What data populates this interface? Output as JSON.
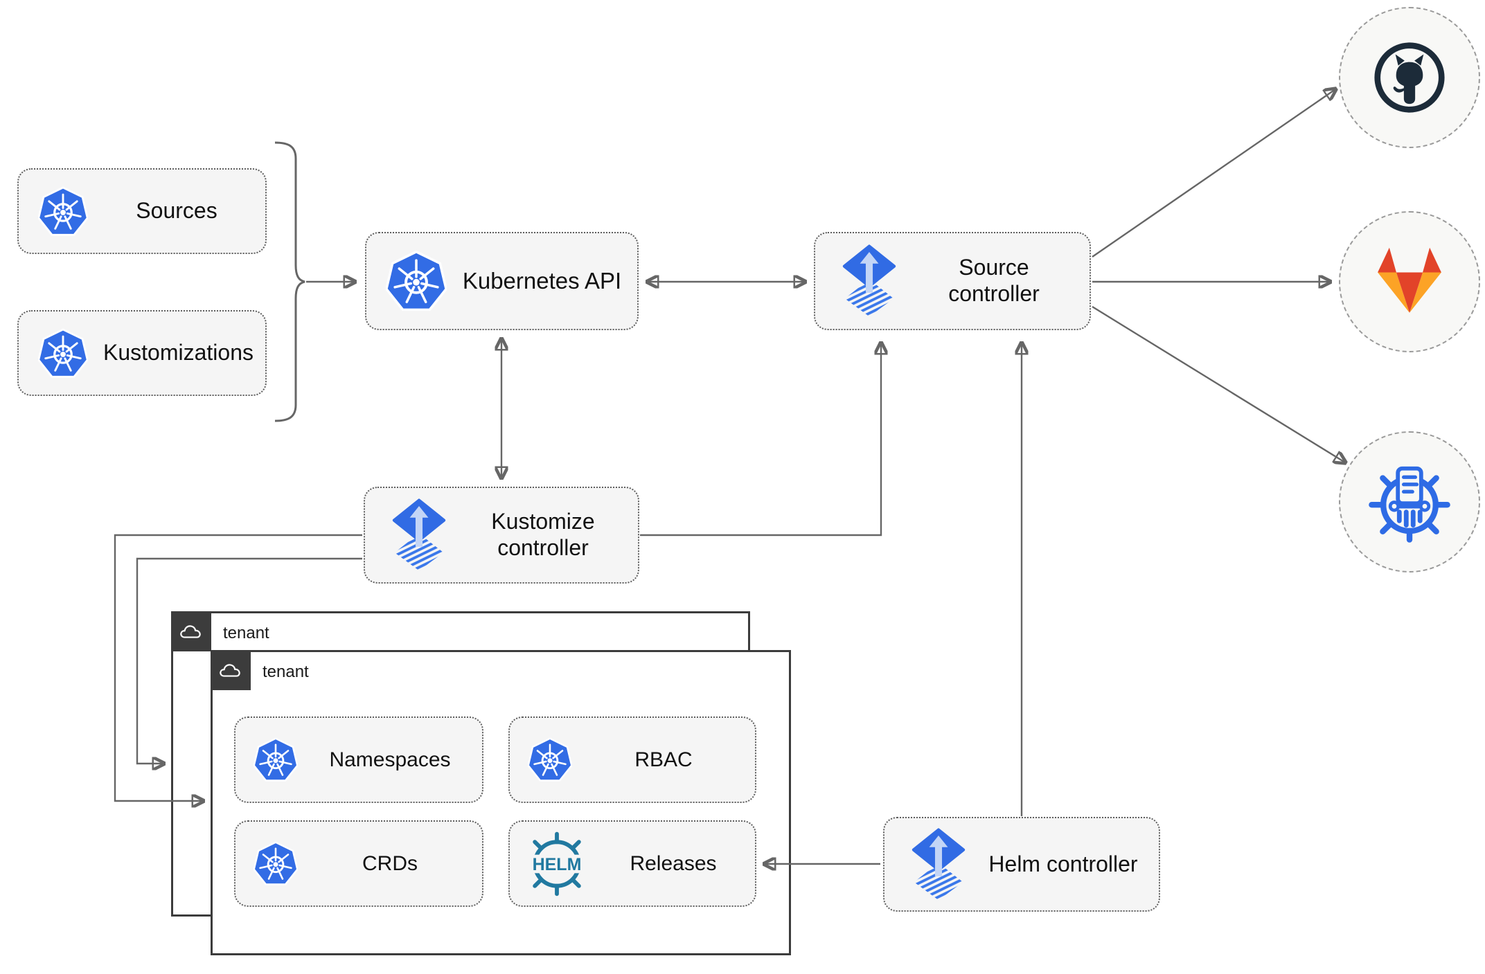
{
  "nodes": {
    "sources": {
      "label": "Sources"
    },
    "kustomizations": {
      "label": "Kustomizations"
    },
    "kubernetes_api": {
      "label": "Kubernetes API"
    },
    "source_controller": {
      "label": "Source controller"
    },
    "kustomize_controller": {
      "label": "Kustomize controller"
    },
    "helm_controller": {
      "label": "Helm controller"
    },
    "tenant_outer": {
      "label": "tenant"
    },
    "tenant_inner": {
      "label": "tenant"
    },
    "namespaces": {
      "label": "Namespaces"
    },
    "rbac": {
      "label": "RBAC"
    },
    "crds": {
      "label": "CRDs"
    },
    "releases": {
      "label": "Releases",
      "icon_text": "HELM"
    }
  },
  "icons": {
    "kubernetes": "kubernetes-icon",
    "flux": "flux-icon",
    "helm": "helm-icon",
    "cloud": "cloud-icon",
    "github": "github-icon",
    "gitlab": "gitlab-icon",
    "chartmuseum": "chartmuseum-icon"
  },
  "colors": {
    "box_bg": "#f5f5f5",
    "box_border": "#5e5e5e",
    "line": "#666666",
    "label_color": "#111111",
    "kubernetes_blue": "#326ce5",
    "flux_blue": "#316be4",
    "flux_arrow": "#c3d5f6",
    "helm_teal": "#2179a0",
    "github_dark": "#1c2b39",
    "gitlab_red": "#e24329",
    "gitlab_orange": "#fca326",
    "chartmuseum_blue": "#2e6be5",
    "tenant_border": "#3c3c3c",
    "tenant_tab_bg": "#3c3c3c",
    "circle_bg": "#f8f8f6",
    "circle_border": "#9a9a9a"
  }
}
